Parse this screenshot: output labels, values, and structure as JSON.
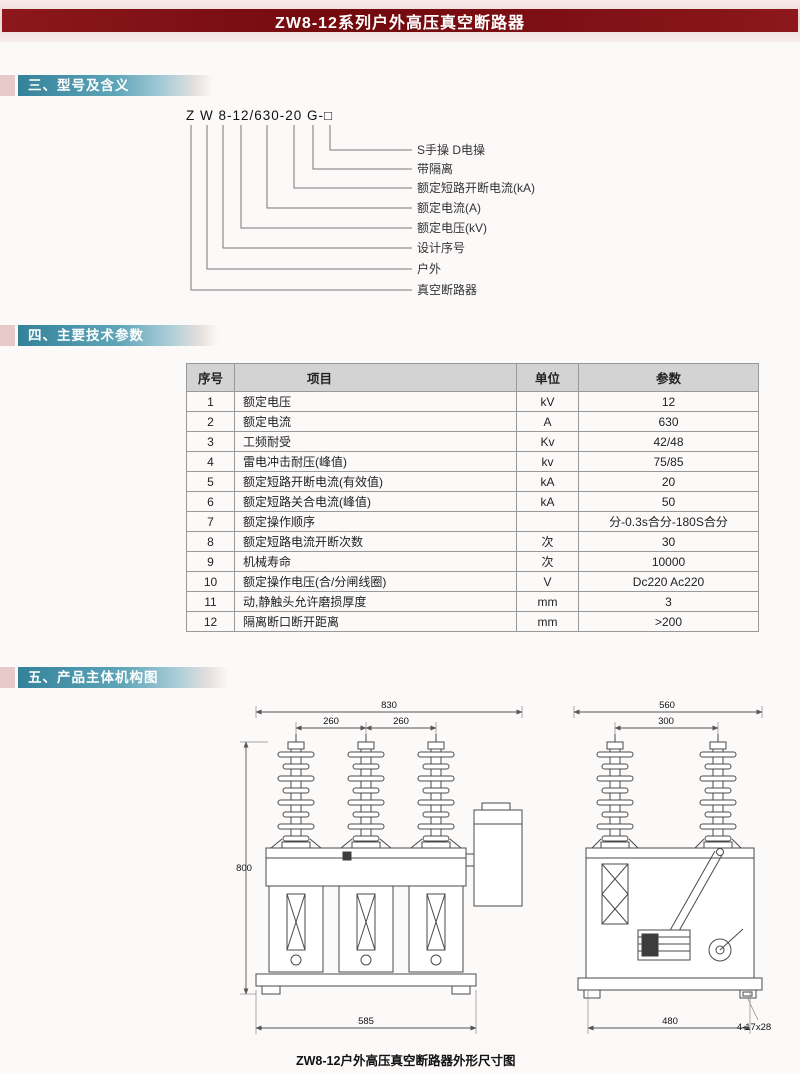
{
  "page": {
    "title": "ZW8-12系列户外高压真空断路器"
  },
  "theme": {
    "title_bar_color": "#72090d",
    "section_bar_color": "#34829a",
    "accent_pink": "#e7c9c9",
    "table_header_bg": "#d3d3d3"
  },
  "sections": {
    "model_heading": "三、型号及含义",
    "params_heading": "四、主要技术参数",
    "structure_heading": "五、产品主体机构图"
  },
  "model_diagram": {
    "code": "Z W 8-12/630-20 G-□",
    "labels": [
      "S手操  D电操",
      "带隔离",
      "额定短路开断电流(kA)",
      "额定电流(A)",
      "额定电压(kV)",
      "设计序号",
      "户外",
      "真空断路器"
    ]
  },
  "params_table": {
    "headers": [
      "序号",
      "项目",
      "单位",
      "参数"
    ],
    "rows": [
      [
        "1",
        "额定电压",
        "kV",
        "12"
      ],
      [
        "2",
        "额定电流",
        "A",
        "630"
      ],
      [
        "3",
        "工频耐受",
        "Kv",
        "42/48"
      ],
      [
        "4",
        "雷电冲击耐压(峰值)",
        "kv",
        "75/85"
      ],
      [
        "5",
        "额定短路开断电流(有效值)",
        "kA",
        "20"
      ],
      [
        "6",
        "额定短路关合电流(峰值)",
        "kA",
        "50"
      ],
      [
        "7",
        "额定操作顺序",
        "",
        "分-0.3s合分-180S合分"
      ],
      [
        "8",
        "额定短路电流开断次数",
        "次",
        "30"
      ],
      [
        "9",
        "机械寿命",
        "次",
        "10000"
      ],
      [
        "10",
        "额定操作电压(合/分闸线圈)",
        "V",
        "Dc220  Ac220"
      ],
      [
        "11",
        "动,静触头允许磨损厚度",
        "mm",
        "3"
      ],
      [
        "12",
        "隔离断口断开距离",
        "mm",
        ">200"
      ]
    ]
  },
  "drawings": {
    "front_view": {
      "dim_total_width": "830",
      "dim_spacing_left": "260",
      "dim_spacing_right": "260",
      "dim_height": "800",
      "dim_base_width": "585"
    },
    "side_view": {
      "dim_total_depth": "560",
      "dim_spacing": "300",
      "dim_base_depth": "480",
      "dim_mounting_holes": "4-17x28"
    },
    "caption": "ZW8-12户外高压真空断路器外形尺寸图"
  }
}
